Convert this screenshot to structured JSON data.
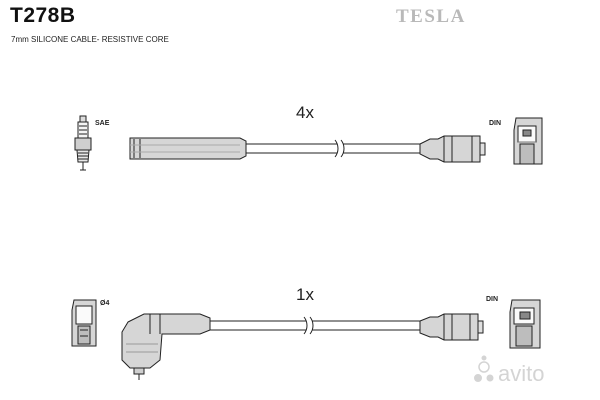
{
  "header": {
    "part_code": "T278B",
    "cable_spec": "7mm SILICONE CABLE- RESISTIVE CORE",
    "brand_logo_text": "TESLA"
  },
  "top_assembly": {
    "quantity": "4x",
    "end_a_label": "SAE",
    "end_b_label": "DIN"
  },
  "bottom_assembly": {
    "quantity": "1x",
    "end_a_label": "Ø4",
    "end_b_label": "DIN"
  },
  "watermark": {
    "text": "avito"
  },
  "colors": {
    "ink": "#222222",
    "boot_fill": "#d6d6d6",
    "brand_gray": "#b9b9b9",
    "watermark_gray": "#d4d4d4"
  },
  "icons": [
    "spark-plug-icon",
    "din-socket-icon",
    "cap-4mm-icon",
    "avito-watermark-icon"
  ]
}
